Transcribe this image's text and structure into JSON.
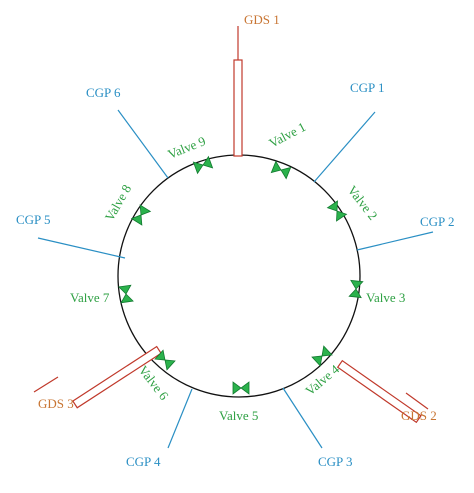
{
  "colors": {
    "ring": "#111111",
    "gds": "#c0392b",
    "gds_label": "#c87533",
    "cgp": "#2a8fc4",
    "valve_fill": "#2bb24c",
    "valve_label": "#2ea043"
  },
  "gds": [
    {
      "id": "gds1",
      "label": "GDS 1"
    },
    {
      "id": "gds2",
      "label": "GDS 2"
    },
    {
      "id": "gds3",
      "label": "GDS 3"
    }
  ],
  "cgp": [
    {
      "id": "cgp1",
      "label": "CGP 1"
    },
    {
      "id": "cgp2",
      "label": "CGP 2"
    },
    {
      "id": "cgp3",
      "label": "CGP 3"
    },
    {
      "id": "cgp4",
      "label": "CGP 4"
    },
    {
      "id": "cgp5",
      "label": "CGP 5"
    },
    {
      "id": "cgp6",
      "label": "CGP 6"
    }
  ],
  "valves": [
    {
      "id": "v1",
      "label": "Valve 1"
    },
    {
      "id": "v2",
      "label": "Valve 2"
    },
    {
      "id": "v3",
      "label": "Valve 3"
    },
    {
      "id": "v4",
      "label": "Valve 4"
    },
    {
      "id": "v5",
      "label": "Valve 5"
    },
    {
      "id": "v6",
      "label": "Valve 6"
    },
    {
      "id": "v7",
      "label": "Valve 7"
    },
    {
      "id": "v8",
      "label": "Valve 8"
    },
    {
      "id": "v9",
      "label": "Valve 9"
    }
  ]
}
